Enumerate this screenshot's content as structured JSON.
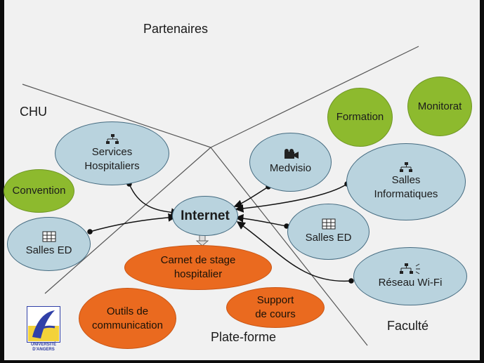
{
  "zones": {
    "partenaires": "Partenaires",
    "chu": "CHU",
    "faculte": "Faculté",
    "plateforme": "Plate-forme"
  },
  "nodes": {
    "internet": "Internet",
    "services_line1": "Services",
    "services_line2": "Hospitaliers",
    "convention": "Convention",
    "salles_ed_left": "Salles ED",
    "medvisio": "Medvisio",
    "salles_info_line1": "Salles",
    "salles_info_line2": "Informatiques",
    "salles_ed_right": "Salles ED",
    "wifi": "Réseau Wi-Fi",
    "formation": "Formation",
    "monitorat": "Monitorat",
    "carnet_line1": "Carnet de stage",
    "carnet_line2": "hospitalier",
    "outils_line1": "Outils de",
    "outils_line2": "communication",
    "support_line1": "Support",
    "support_line2": "de cours"
  },
  "logo": {
    "line1": "UNIVERSITÉ",
    "line2": "D'ANGERS",
    "icon": "universite-angers-logo"
  },
  "colors": {
    "blue_node": "#b9d3de",
    "green_node": "#8dba2e",
    "orange_node": "#ea6a1f",
    "background": "#f1f1f1"
  }
}
